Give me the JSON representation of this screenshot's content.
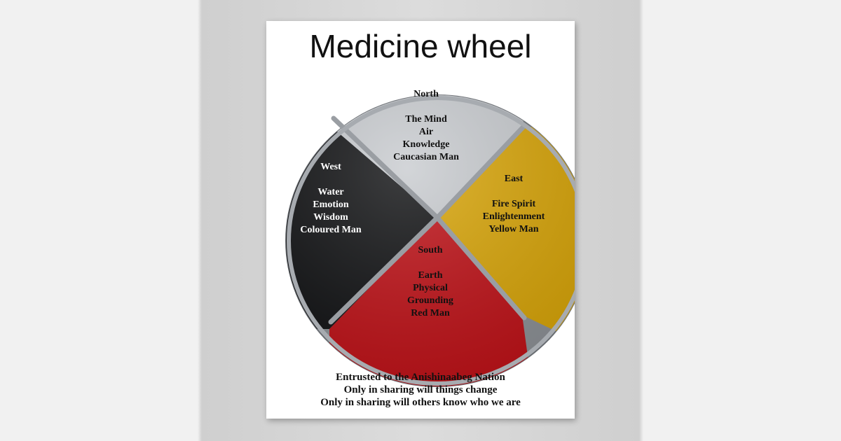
{
  "title": "Medicine wheel",
  "quadrants": {
    "north": {
      "heading": "North",
      "lines": [
        "The Mind",
        "Air",
        "Knowledge",
        "Caucasian Man"
      ],
      "color": "#c9ccd0",
      "text_color": "#111111"
    },
    "east": {
      "heading": "East",
      "lines": [
        "Fire Spirit",
        "Enlightenment",
        "Yellow Man"
      ],
      "color": "#d9a60a",
      "text_color": "#111111"
    },
    "south": {
      "heading": "South",
      "lines": [
        "Earth",
        "Physical",
        "Grounding",
        "Red Man"
      ],
      "color": "#c0141a",
      "text_color": "#111111"
    },
    "west": {
      "heading": "West",
      "lines": [
        "Water",
        "Emotion",
        "Wisdom",
        "Coloured Man"
      ],
      "color": "#131416",
      "text_color": "#ffffff"
    }
  },
  "frame_color": "#9a9ea3",
  "caption": [
    "Entrusted to the Anishinaabeg Nation",
    "Only in sharing will things change",
    "Only in sharing will others know who we are"
  ]
}
